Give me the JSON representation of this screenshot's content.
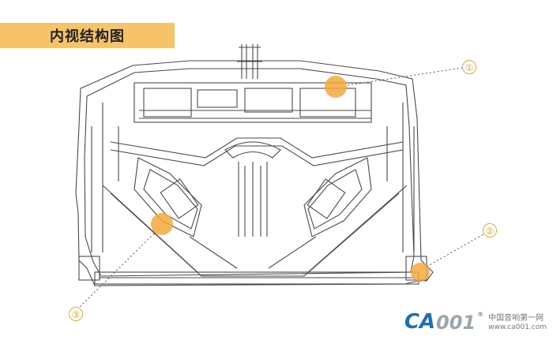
{
  "header": {
    "title": "内视结构图"
  },
  "callouts": {
    "c1": "①",
    "c2": "②",
    "c3": "③"
  },
  "watermark": {
    "logo_ca": "CA",
    "logo_num": "001",
    "logo_reg": "®",
    "cn_text": "中国音响第一网",
    "url": "www.ca001.com"
  },
  "colors": {
    "banner": "#f7c36a",
    "callout": "#e7a63a",
    "line": "#555555"
  }
}
